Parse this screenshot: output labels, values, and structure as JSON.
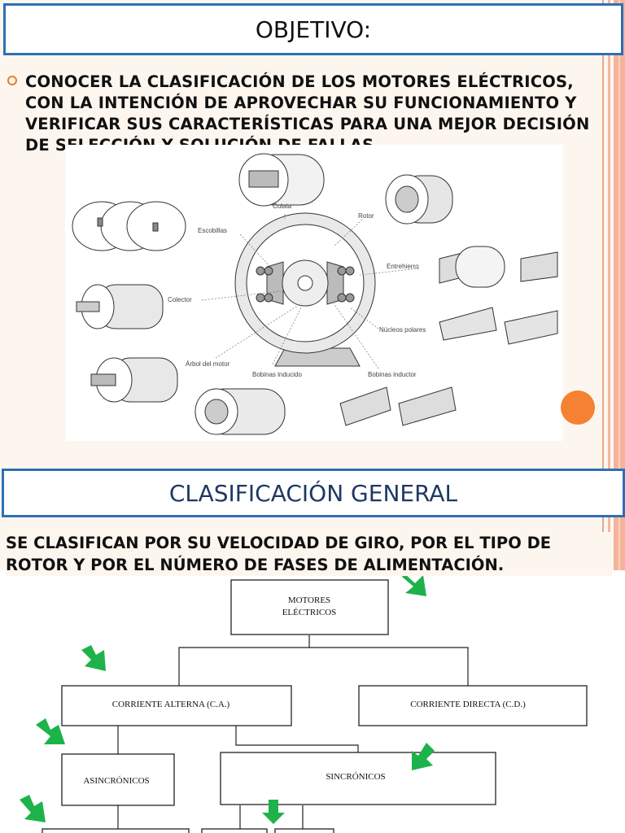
{
  "slide1": {
    "title": "OBJETIVO:",
    "bullet": "CONOCER LA CLASIFICACIÓN DE LOS MOTORES ELÉCTRICOS, CON LA INTENCIÓN DE APROVECHAR SU FUNCIONAMIENTO Y VERIFICAR SUS CARACTERÍSTICAS PARA UNA MEJOR DECISIÓN DE SELECCIÓN Y SOLUCIÓN DE FALLAS.",
    "figure_labels": {
      "culata": "Culata",
      "rotor": "Rotor",
      "escobillas": "Escobillas",
      "entrehierro": "Entrehierro",
      "colector": "Colector",
      "nucleos_polares": "Núcleos polares",
      "arbol_motor": "Árbol del motor",
      "bobinas_inducido": "Bobinas inducido",
      "bobinas_inductor": "Bobinas inductor"
    }
  },
  "slide2": {
    "title": "CLASIFICACIÓN GENERAL",
    "text": "SE CLASIFICAN POR SU VELOCIDAD DE GIRO, POR EL TIPO DE ROTOR Y POR EL NÚMERO DE FASES DE ALIMENTACIÓN.",
    "diagram": {
      "root_line1": "MOTORES",
      "root_line2": "ELÉCTRICOS",
      "ca": "CORRIENTE ALTERNA (C.A.)",
      "cd": "CORRIENTE DIRECTA (C.D.)",
      "asincronicos": "ASINCRÓNICOS",
      "sincronicos": "SINCRÓNICOS"
    }
  },
  "colors": {
    "title_border": "#2f6fb5",
    "arrow_green": "#1db34a",
    "accent_orange": "#f58232"
  }
}
